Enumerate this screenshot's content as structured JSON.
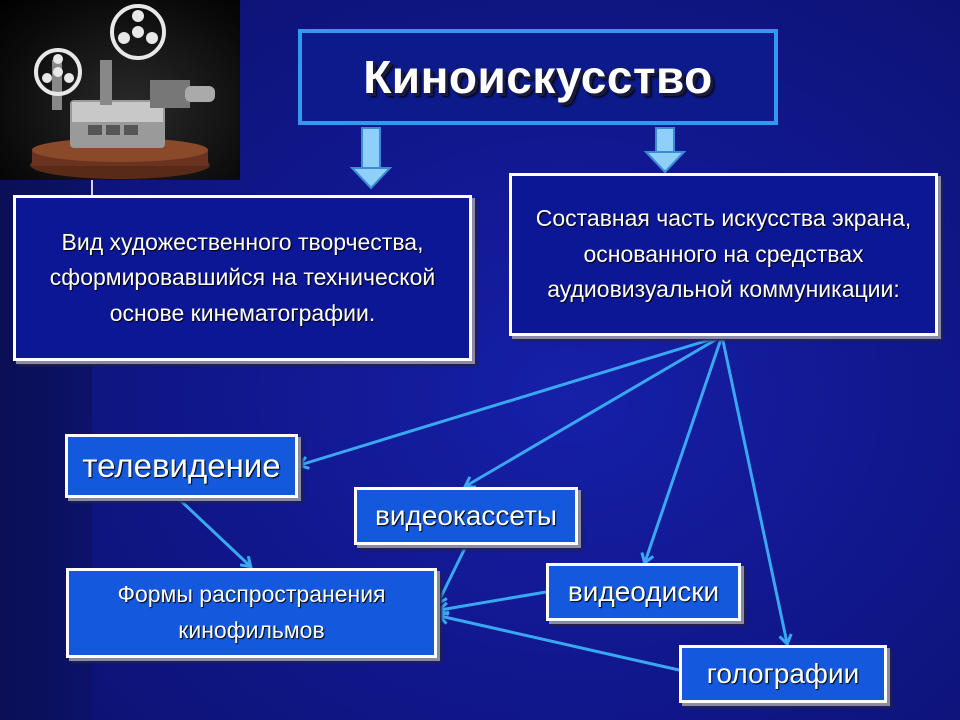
{
  "title": "Киноискусство",
  "definition_left": "Вид  художественного творчества, сформировавшийся на технической основе кинематографии.",
  "definition_right": "Составная  часть искусства экрана, основанного на средствах аудиовизуальной коммуникации:",
  "nodes": {
    "tv": "телевидение",
    "videocassettes": "видеокассеты",
    "forms": "Формы распространения кинофильмов",
    "videodiscs": "видеодиски",
    "holography": "голографии"
  },
  "colors": {
    "background": "#111890",
    "arrow": "#3aa8f0",
    "box_border": "#ffffff",
    "title_border": "#2f9bf0"
  },
  "image": {
    "icon": "film-projector-icon"
  }
}
